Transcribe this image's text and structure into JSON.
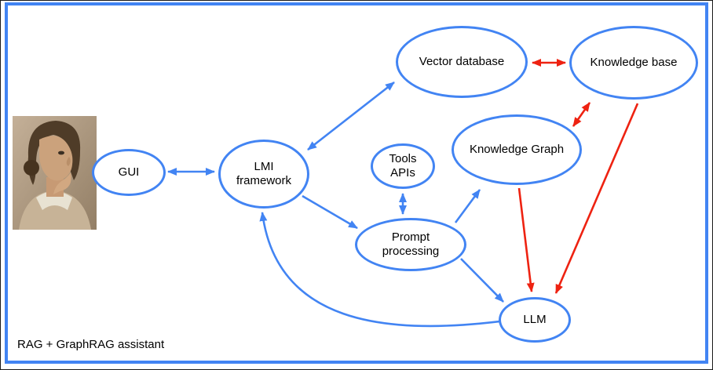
{
  "diagram": {
    "caption": "RAG + GraphRAG assistant",
    "colors": {
      "blue": "#4284f3",
      "red": "#ee2211",
      "text": "#000000",
      "frame": "#1a1a1a"
    },
    "nodes": {
      "gui": {
        "label": "GUI",
        "lines": [
          "GUI"
        ]
      },
      "lmi": {
        "label": "LMI framework",
        "lines": [
          "LMI",
          "framework"
        ]
      },
      "vector_db": {
        "label": "Vector database",
        "lines": [
          "Vector database"
        ]
      },
      "knowledge_base": {
        "label": "Knowledge base",
        "lines": [
          "Knowledge base"
        ]
      },
      "tools_apis": {
        "label": "Tools APIs",
        "lines": [
          "Tools",
          "APIs"
        ]
      },
      "knowledge_graph": {
        "label": "Knowledge Graph",
        "lines": [
          "Knowledge Graph"
        ]
      },
      "prompt": {
        "label": "Prompt processing",
        "lines": [
          "Prompt",
          "processing"
        ]
      },
      "llm": {
        "label": "LLM",
        "lines": [
          "LLM"
        ]
      }
    },
    "edges": [
      {
        "from": "GUI",
        "to": "LMI framework",
        "direction": "both",
        "color": "blue"
      },
      {
        "from": "LMI framework",
        "to": "Vector database",
        "direction": "both",
        "color": "blue"
      },
      {
        "from": "Vector database",
        "to": "Knowledge base",
        "direction": "both",
        "color": "red"
      },
      {
        "from": "Knowledge base",
        "to": "Knowledge Graph",
        "direction": "both",
        "color": "red"
      },
      {
        "from": "Knowledge base",
        "to": "LLM",
        "direction": "one-way",
        "color": "red"
      },
      {
        "from": "Knowledge Graph",
        "to": "LLM",
        "direction": "one-way",
        "color": "red"
      },
      {
        "from": "Tools APIs",
        "to": "Prompt processing",
        "direction": "both",
        "color": "blue"
      },
      {
        "from": "LMI framework",
        "to": "Prompt processing",
        "direction": "one-way",
        "color": "blue"
      },
      {
        "from": "Prompt processing",
        "to": "Knowledge Graph",
        "direction": "one-way",
        "color": "blue"
      },
      {
        "from": "Prompt processing",
        "to": "LLM",
        "direction": "one-way",
        "color": "blue"
      },
      {
        "from": "LLM",
        "to": "LMI framework",
        "direction": "one-way",
        "color": "blue",
        "shape": "curved"
      }
    ],
    "photo": {
      "description": "portrait of a woman, hand on chin, looking right"
    }
  }
}
